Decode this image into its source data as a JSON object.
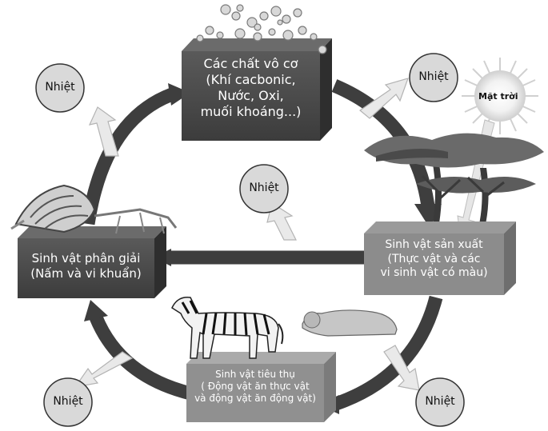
{
  "diagram": {
    "boxes": {
      "inorganic": {
        "lines": [
          "Các chất vô cơ",
          "(Khí cacbonic,",
          "Nước, Oxi,",
          "muối khoáng...)"
        ]
      },
      "producer": {
        "lines": [
          "Sinh vật sản xuất",
          "(Thực vật và các",
          "vi sinh vật có màu)"
        ]
      },
      "consumer": {
        "lines": [
          "Sinh vật tiêu thụ",
          "( Động vật ăn thực vật",
          "và động vật ăn động vật)"
        ]
      },
      "decomposer": {
        "lines": [
          "Sinh vật phân giải",
          "(Nấm và vi khuẩn)"
        ]
      }
    },
    "heat_label": "Nhiệt",
    "sun_label": "Mặt trời"
  }
}
